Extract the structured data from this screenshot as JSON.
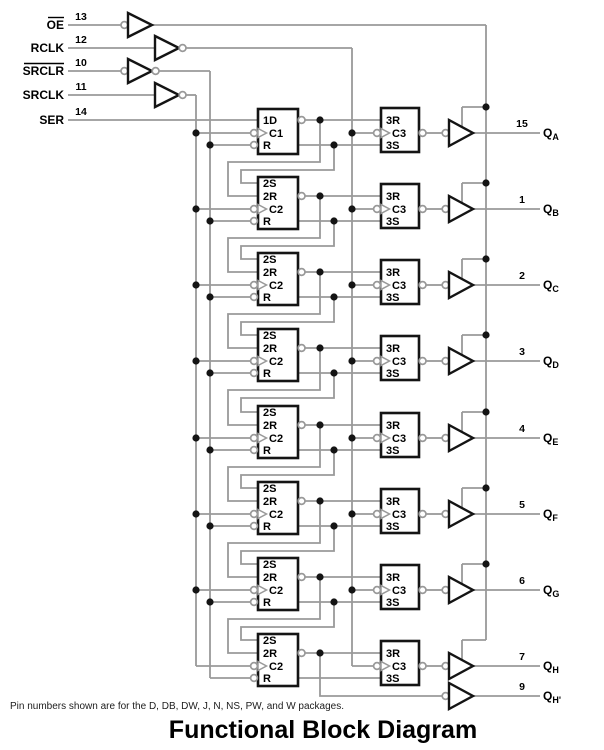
{
  "title": "Functional Block Diagram",
  "note": "Pin numbers shown are for the D, DB, DW, J, N, NS, PW, and W packages.",
  "colors": {
    "wire": "#999999",
    "outline": "#141414",
    "text": "#000000",
    "background": "#ffffff"
  },
  "inputs": [
    {
      "label": "OE",
      "overline": true,
      "pin": "13"
    },
    {
      "label": "RCLK",
      "overline": false,
      "pin": "12"
    },
    {
      "label": "SRCLR",
      "overline": true,
      "pin": "10"
    },
    {
      "label": "SRCLK",
      "overline": false,
      "pin": "11"
    },
    {
      "label": "SER",
      "overline": false,
      "pin": "14"
    }
  ],
  "stages": [
    {
      "id": "a",
      "ff": [
        "1D",
        "C1",
        "R"
      ],
      "latch": [
        "3R",
        "C3",
        "3S"
      ],
      "pin": "15",
      "out": "Q",
      "sub": "A"
    },
    {
      "id": "b",
      "ff": [
        "2S",
        "2R",
        "C2",
        "R"
      ],
      "latch": [
        "3R",
        "C3",
        "3S"
      ],
      "pin": "1",
      "out": "Q",
      "sub": "B"
    },
    {
      "id": "c",
      "ff": [
        "2S",
        "2R",
        "C2",
        "R"
      ],
      "latch": [
        "3R",
        "C3",
        "3S"
      ],
      "pin": "2",
      "out": "Q",
      "sub": "C"
    },
    {
      "id": "d",
      "ff": [
        "2S",
        "2R",
        "C2",
        "R"
      ],
      "latch": [
        "3R",
        "C3",
        "3S"
      ],
      "pin": "3",
      "out": "Q",
      "sub": "D"
    },
    {
      "id": "e",
      "ff": [
        "2S",
        "2R",
        "C2",
        "R"
      ],
      "latch": [
        "3R",
        "C3",
        "3S"
      ],
      "pin": "4",
      "out": "Q",
      "sub": "E"
    },
    {
      "id": "f",
      "ff": [
        "2S",
        "2R",
        "C2",
        "R"
      ],
      "latch": [
        "3R",
        "C3",
        "3S"
      ],
      "pin": "5",
      "out": "Q",
      "sub": "F"
    },
    {
      "id": "g",
      "ff": [
        "2S",
        "2R",
        "C2",
        "R"
      ],
      "latch": [
        "3R",
        "C3",
        "3S"
      ],
      "pin": "6",
      "out": "Q",
      "sub": "G"
    },
    {
      "id": "h",
      "ff": [
        "2S",
        "2R",
        "C2",
        "R"
      ],
      "latch": [
        "3R",
        "C3",
        "3S"
      ],
      "pin": "7",
      "out": "Q",
      "sub": "H"
    }
  ],
  "serial_out": {
    "pin": "9",
    "out": "Q",
    "sub": "H'"
  }
}
